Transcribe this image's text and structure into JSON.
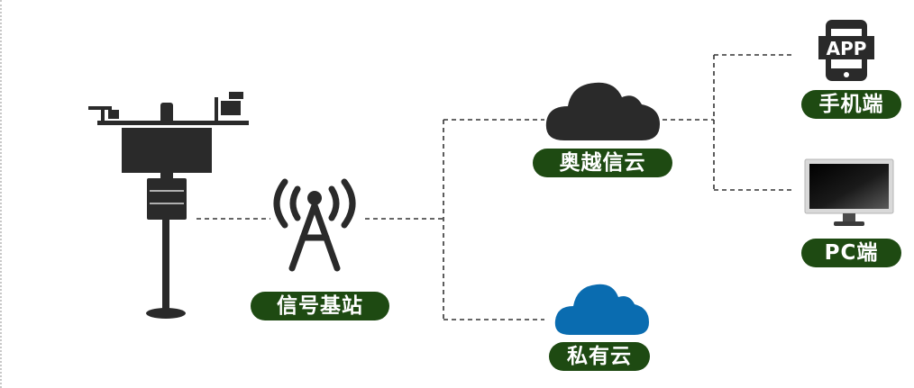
{
  "nodes": {
    "weather_station": {
      "icon": "weather-station-icon"
    },
    "base_station": {
      "label": "信号基站",
      "icon": "signal-tower-icon"
    },
    "aoyue_cloud": {
      "label": "奥越信云",
      "icon": "cloud-icon"
    },
    "private_cloud": {
      "label": "私有云",
      "icon": "cloud-icon"
    },
    "mobile": {
      "label": "手机端",
      "icon": "phone-app-icon",
      "badge_text": "APP"
    },
    "pc": {
      "label": "PC端",
      "icon": "monitor-icon"
    }
  },
  "colors": {
    "pill_bg": "#1e4a12",
    "pill_text": "#ffffff",
    "icon_dark": "#2a2a2a",
    "private_cloud": "#0a6cb0",
    "connector": "#333333"
  }
}
